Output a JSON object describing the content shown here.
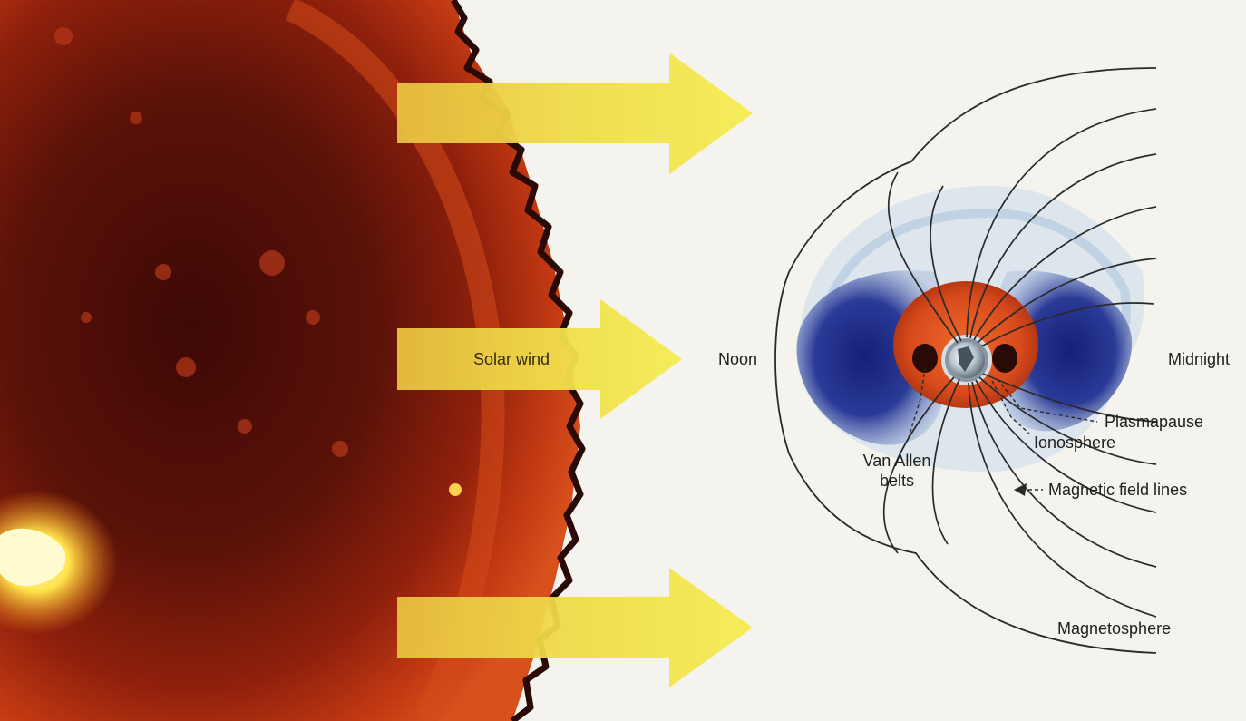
{
  "labels": {
    "solar_wind": "Solar wind",
    "noon": "Noon",
    "midnight": "Midnight",
    "plasmapause": "Plasmapause",
    "ionosphere": "Ionosphere",
    "van_allen_line1": "Van Allen",
    "van_allen_line2": "belts",
    "magnetic_field_lines": "Magnetic field lines",
    "magnetosphere": "Magnetosphere"
  },
  "colors": {
    "background": "#f4f3ee",
    "sun_dark": "#4a0c06",
    "sun_mid": "#a8260e",
    "sun_edge": "#d8451a",
    "flare": "#ffe34a",
    "arrow": "#f2e24a",
    "van_allen": "#1e2a86",
    "plasmasphere": "#c9daeb",
    "ionosphere": "#d84a1c",
    "field_line": "#2a2a2a"
  },
  "icons": {
    "earth": "earth-globe-icon"
  }
}
